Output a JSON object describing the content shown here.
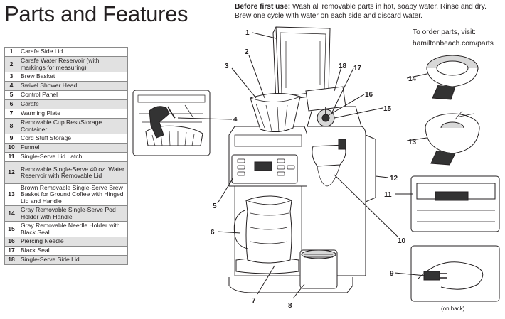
{
  "title": "Parts and Features",
  "before_first_use": {
    "label": "Before first use:",
    "text": "Wash all removable parts in hot, soapy water. Rinse and dry. Brew one cycle with water on each side and discard water."
  },
  "order_parts": {
    "line1": "To order parts, visit:",
    "line2": "hamiltonbeach.com/parts"
  },
  "parts": [
    {
      "num": "1",
      "label": "Carafe Side Lid"
    },
    {
      "num": "2",
      "label": "Carafe Water Reservoir (with markings for measuring)"
    },
    {
      "num": "3",
      "label": "Brew Basket"
    },
    {
      "num": "4",
      "label": "Swivel Shower Head"
    },
    {
      "num": "5",
      "label": "Control Panel"
    },
    {
      "num": "6",
      "label": "Carafe"
    },
    {
      "num": "7",
      "label": "Warming Plate"
    },
    {
      "num": "8",
      "label": "Removable Cup Rest/Storage Container"
    },
    {
      "num": "9",
      "label": "Cord Stuff Storage"
    },
    {
      "num": "10",
      "label": "Funnel"
    },
    {
      "num": "11",
      "label": "Single-Serve Lid Latch"
    },
    {
      "num": "12",
      "label": "Removable Single-Serve 40 oz. Water Reservoir with Removable Lid"
    },
    {
      "num": "13",
      "label": "Brown Removable Single-Serve Brew Basket for Ground Coffee with Hinged Lid and Handle"
    },
    {
      "num": "14",
      "label": "Gray Removable Single-Serve Pod Holder with Handle"
    },
    {
      "num": "15",
      "label": "Gray Removable Needle Holder with Black Seal"
    },
    {
      "num": "16",
      "label": "Piercing Needle"
    },
    {
      "num": "17",
      "label": "Black Seal"
    },
    {
      "num": "18",
      "label": "Single-Serve Side Lid"
    }
  ],
  "callouts": {
    "c1": "1",
    "c2": "2",
    "c3": "3",
    "c4": "4",
    "c5": "5",
    "c6": "6",
    "c7": "7",
    "c8": "8",
    "c9": "9",
    "c10": "10",
    "c11": "11",
    "c12": "12",
    "c13": "13",
    "c14": "14",
    "c15": "15",
    "c16": "16",
    "c17": "17",
    "c18": "18"
  },
  "footer": "(on back)"
}
